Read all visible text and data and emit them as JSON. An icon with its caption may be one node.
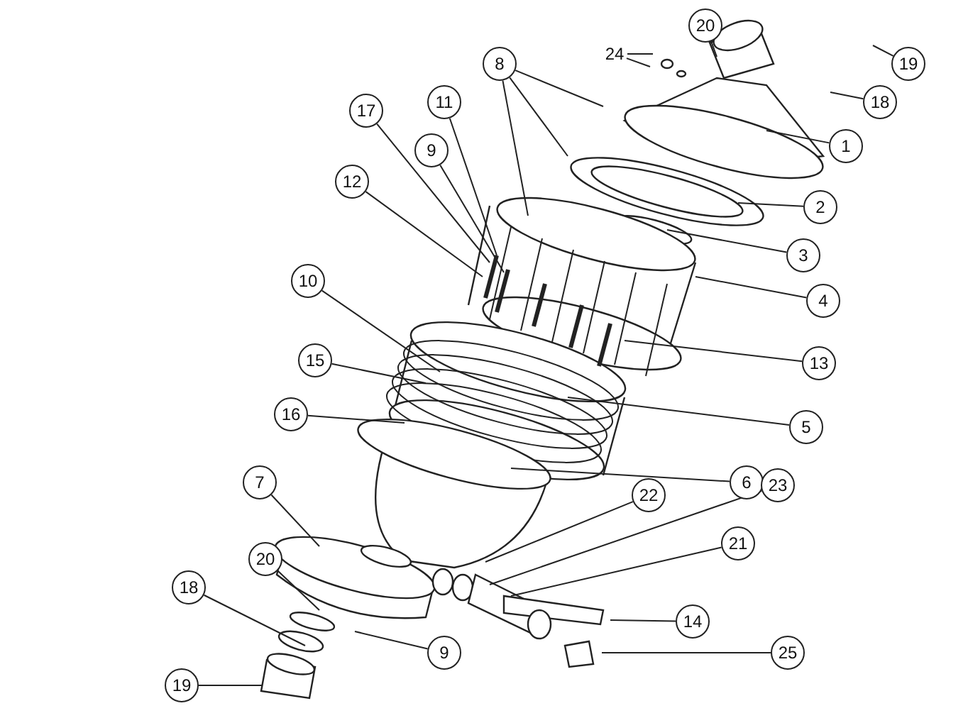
{
  "diagram": {
    "nodes": [
      {
        "text": [
          "20"
        ]
      },
      {
        "text": [
          "24"
        ]
      },
      {
        "text": [
          "19"
        ]
      },
      {
        "text": [
          "8"
        ]
      },
      {
        "text": [
          "18"
        ]
      },
      {
        "text": [
          "11"
        ]
      },
      {
        "text": [
          "17"
        ]
      },
      {
        "text": [
          "1"
        ]
      },
      {
        "text": [
          "9"
        ]
      },
      {
        "text": [
          "12"
        ]
      },
      {
        "text": [
          "2"
        ]
      },
      {
        "text": [
          "3"
        ]
      },
      {
        "text": [
          "10"
        ]
      },
      {
        "text": [
          "4"
        ]
      },
      {
        "text": [
          "15"
        ]
      },
      {
        "text": [
          "13"
        ]
      },
      {
        "text": [
          "16"
        ]
      },
      {
        "text": [
          "5"
        ]
      },
      {
        "text": [
          "7"
        ]
      },
      {
        "text": [
          "6"
        ]
      },
      {
        "text": [
          "23"
        ]
      },
      {
        "text": [
          "22"
        ]
      },
      {
        "text": [
          "21"
        ]
      },
      {
        "text": [
          "20"
        ]
      },
      {
        "text": [
          "18"
        ]
      },
      {
        "text": [
          "14"
        ]
      },
      {
        "text": [
          "25"
        ]
      },
      {
        "text": [
          "9"
        ]
      },
      {
        "text": [
          "19"
        ]
      }
    ],
    "edges": [
      {
        "from": 0,
        "to": null,
        "arrow": "none"
      },
      {
        "from": 1,
        "to": null,
        "arrow": "none"
      },
      {
        "from": 1,
        "to": null,
        "arrow": "none"
      },
      {
        "from": 2,
        "to": null,
        "arrow": "none"
      },
      {
        "from": 3,
        "to": null,
        "arrow": "none"
      },
      {
        "from": 3,
        "to": null,
        "arrow": "none"
      },
      {
        "from": 3,
        "to": null,
        "arrow": "none"
      },
      {
        "from": 4,
        "to": null,
        "arrow": "none"
      },
      {
        "from": 5,
        "to": null,
        "arrow": "none"
      },
      {
        "from": 6,
        "to": null,
        "arrow": "none"
      },
      {
        "from": 7,
        "to": null,
        "arrow": "none"
      },
      {
        "from": 8,
        "to": null,
        "arrow": "none"
      },
      {
        "from": 9,
        "to": null,
        "arrow": "none"
      },
      {
        "from": 10,
        "to": null,
        "arrow": "none"
      },
      {
        "from": 11,
        "to": null,
        "arrow": "none"
      },
      {
        "from": 12,
        "to": null,
        "arrow": "none"
      },
      {
        "from": 13,
        "to": null,
        "arrow": "none"
      },
      {
        "from": 14,
        "to": null,
        "arrow": "none"
      },
      {
        "from": 15,
        "to": null,
        "arrow": "none"
      },
      {
        "from": 16,
        "to": null,
        "arrow": "none"
      },
      {
        "from": 17,
        "to": null,
        "arrow": "none"
      },
      {
        "from": 18,
        "to": null,
        "arrow": "none"
      },
      {
        "from": 19,
        "to": null,
        "arrow": "none"
      },
      {
        "from": 20,
        "to": null,
        "arrow": "none"
      },
      {
        "from": 21,
        "to": null,
        "arrow": "none"
      },
      {
        "from": 22,
        "to": null,
        "arrow": "none"
      },
      {
        "from": 23,
        "to": null,
        "arrow": "none"
      },
      {
        "from": 24,
        "to": null,
        "arrow": "none"
      },
      {
        "from": 25,
        "to": null,
        "arrow": "none"
      },
      {
        "from": 26,
        "to": null,
        "arrow": "none"
      },
      {
        "from": 27,
        "to": null,
        "arrow": "none"
      },
      {
        "from": 28,
        "to": null,
        "arrow": "none"
      }
    ]
  }
}
